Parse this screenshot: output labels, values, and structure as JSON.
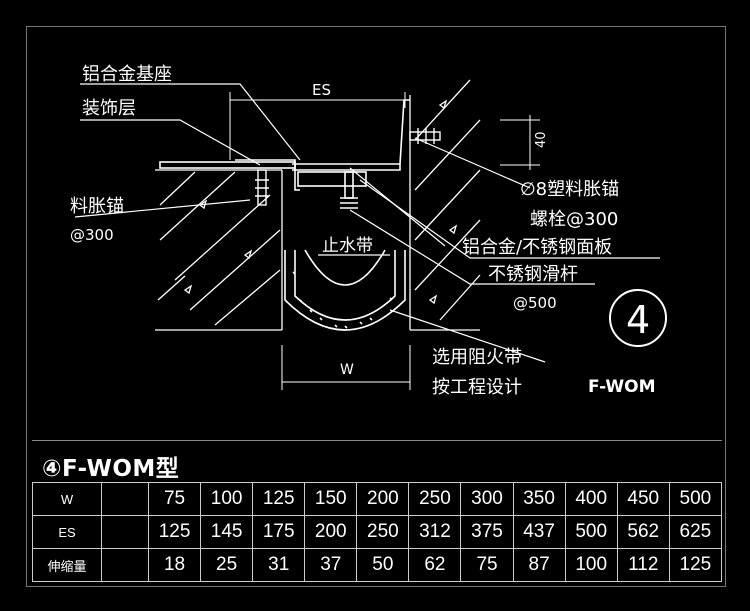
{
  "labels": {
    "base": "铝合金基座",
    "decor": "装饰层",
    "es": "ES",
    "dim40": "40",
    "anchor_left": "料胀锚",
    "bolt_left": "@300",
    "anchor_right": "∅8塑料胀锚",
    "bolt_right": "螺栓@300",
    "panel": "铝合金/不锈钢面板",
    "water": "止水带",
    "rod": "不锈钢滑杆",
    "rod_spacing": "@500",
    "w": "W",
    "fire1": "选用阻火带",
    "fire2": "按工程设计",
    "model": "F-WOM",
    "circle_num": "4"
  },
  "table": {
    "title": "④F-WOM型",
    "rows": [
      {
        "name": "W",
        "values": [
          "75",
          "100",
          "125",
          "150",
          "200",
          "250",
          "300",
          "350",
          "400",
          "450",
          "500"
        ]
      },
      {
        "name": "ES",
        "values": [
          "125",
          "145",
          "175",
          "200",
          "250",
          "312",
          "375",
          "437",
          "500",
          "562",
          "625"
        ]
      },
      {
        "name": "伸缩量",
        "values": [
          "18",
          "25",
          "31",
          "37",
          "50",
          "62",
          "75",
          "87",
          "100",
          "112",
          "125"
        ]
      }
    ]
  }
}
